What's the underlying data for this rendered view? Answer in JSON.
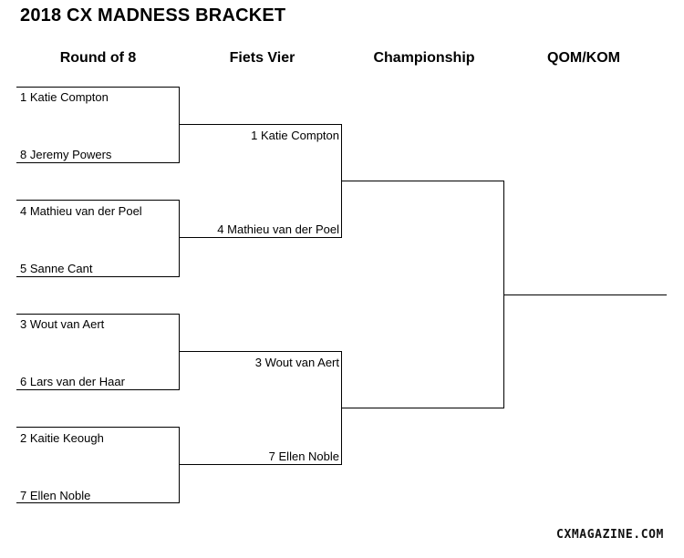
{
  "title": "2018 CX MADNESS BRACKET",
  "columns": [
    "Round of 8",
    "Fiets Vier",
    "Championship",
    "QOM/KOM"
  ],
  "round_of_8": [
    "1 Katie Compton",
    "8 Jeremy Powers",
    "4 Mathieu van der Poel",
    "5 Sanne Cant",
    "3 Wout van Aert",
    "6 Lars van der Haar",
    "2 Kaitie Keough",
    "7 Ellen Noble"
  ],
  "fiets_vier": [
    "1 Katie Compton",
    "4 Mathieu van der Poel",
    "3 Wout van Aert",
    "7 Ellen Noble"
  ],
  "watermark": "CXMAGAZINE.COM"
}
